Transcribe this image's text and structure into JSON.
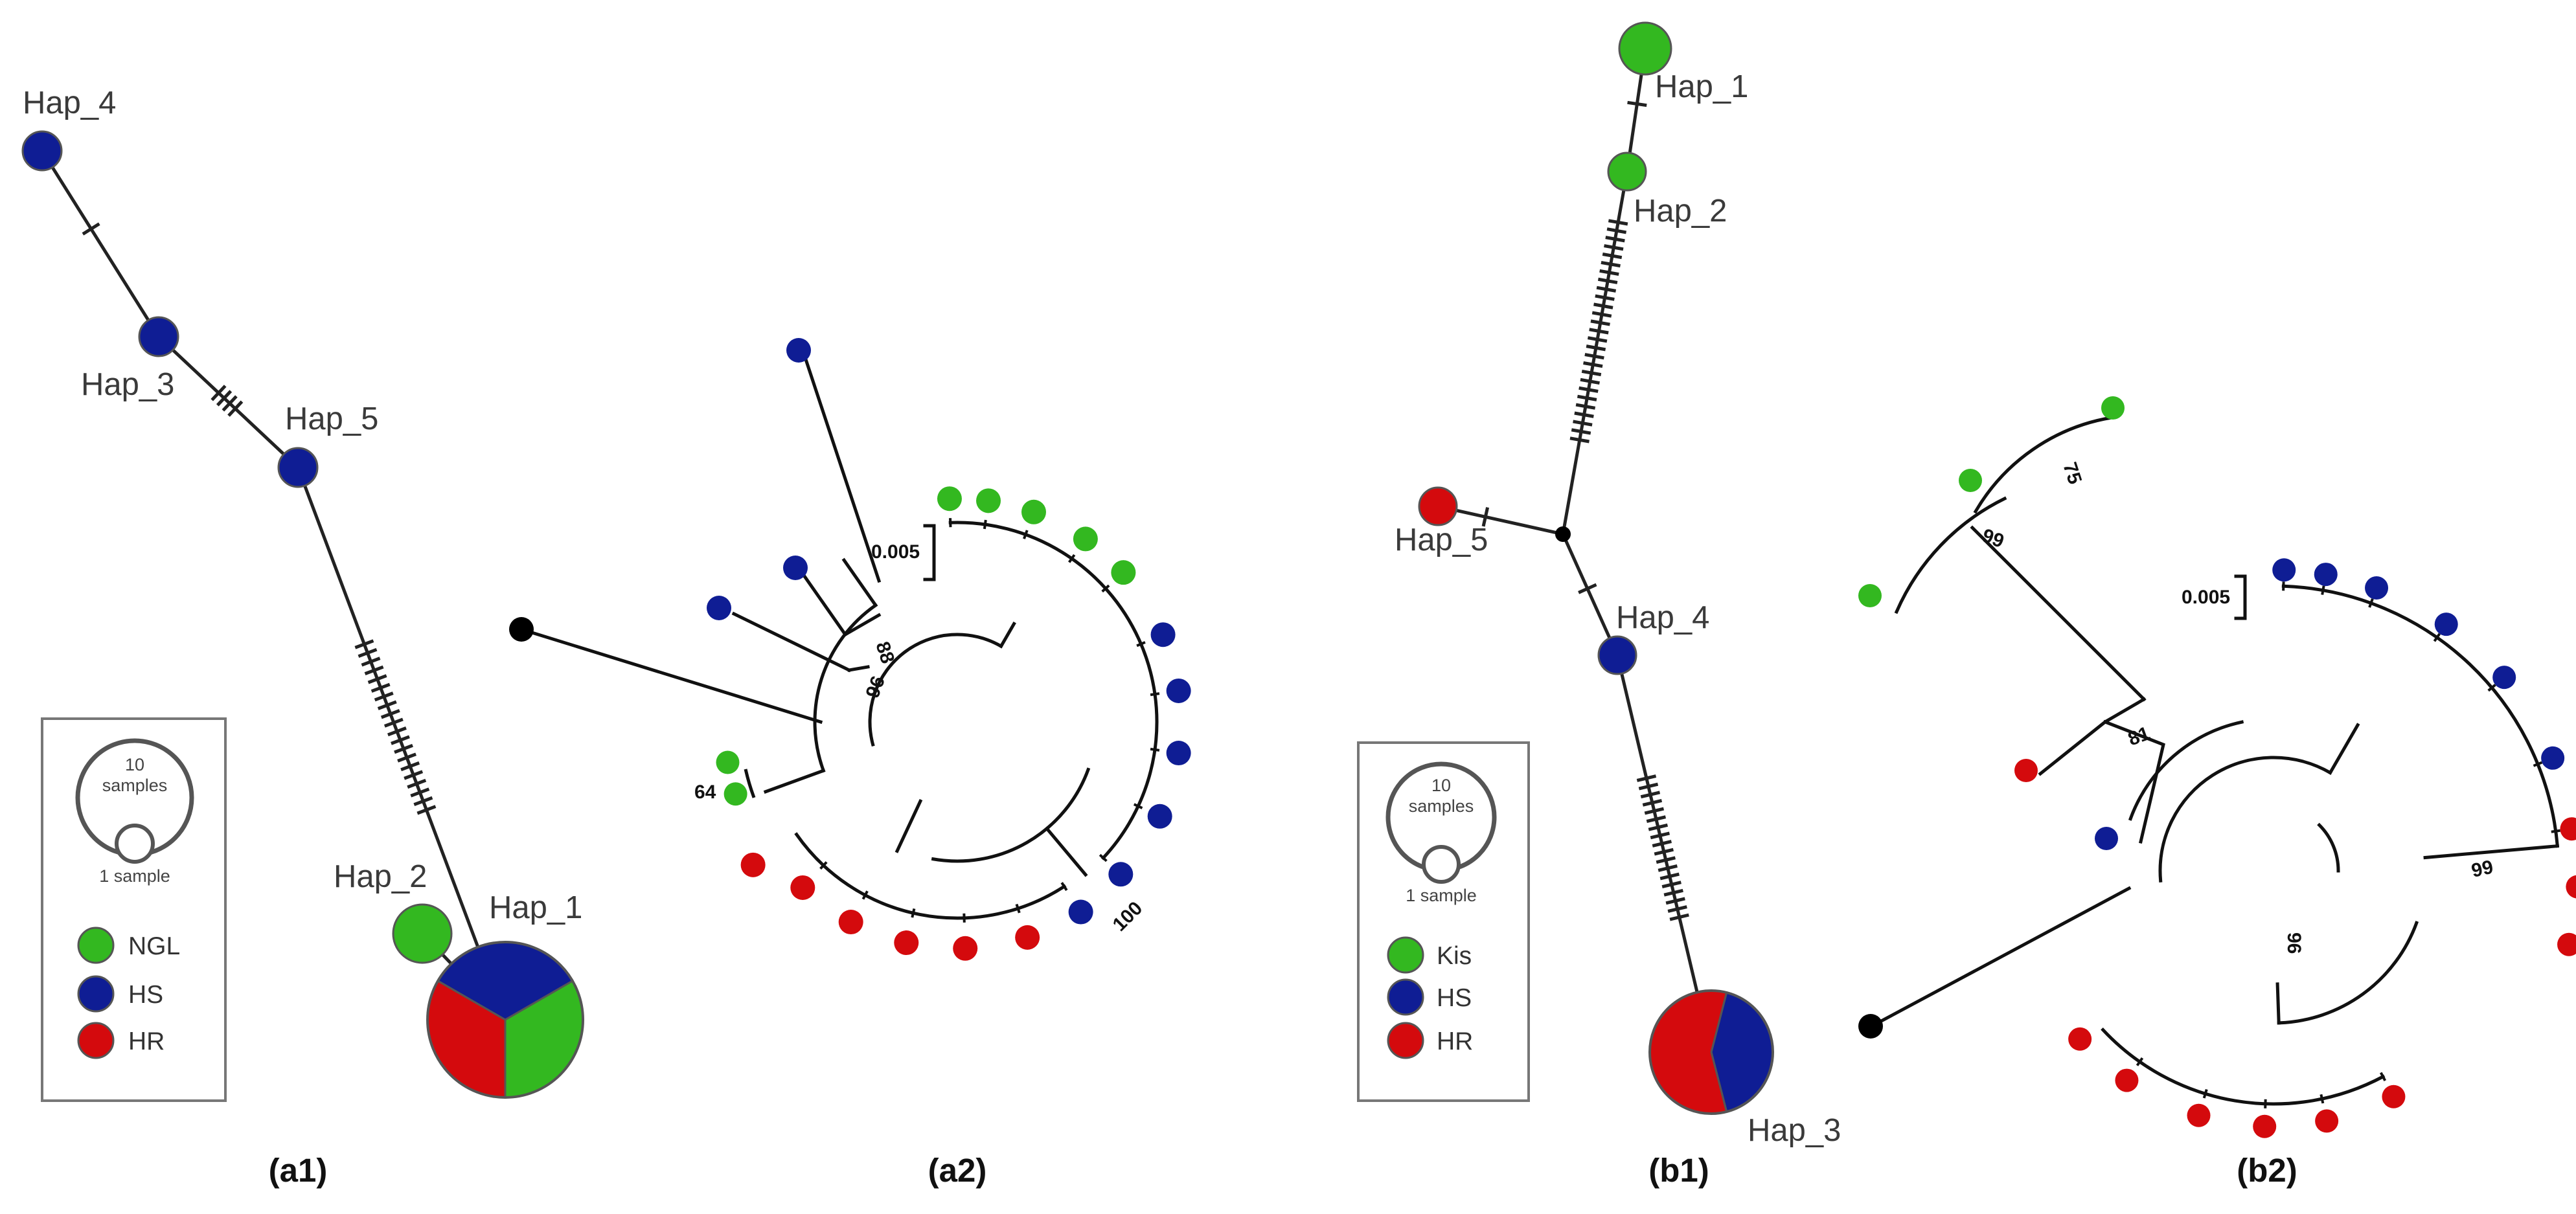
{
  "colors": {
    "green": "#33b820",
    "blue": "#0f1d94",
    "red": "#d40a0d",
    "black": "#000000"
  },
  "panels": {
    "a1": {
      "label": "(a1)",
      "haplotypes": [
        {
          "name": "Hap_1",
          "groups": [
            "blue",
            "green",
            "red"
          ]
        },
        {
          "name": "Hap_2",
          "groups": [
            "green"
          ]
        },
        {
          "name": "Hap_3",
          "groups": [
            "blue"
          ]
        },
        {
          "name": "Hap_4",
          "groups": [
            "blue"
          ]
        },
        {
          "name": "Hap_5",
          "groups": [
            "blue"
          ]
        }
      ],
      "legend": {
        "size_large": "10\nsamples",
        "size_small": "1 sample",
        "items": [
          {
            "label": "NGL",
            "color": "green"
          },
          {
            "label": "HS",
            "color": "blue"
          },
          {
            "label": "HR",
            "color": "red"
          }
        ]
      }
    },
    "a2": {
      "label": "(a2)",
      "scale_label": "0.005",
      "bootstrap": [
        "88",
        "96",
        "64",
        "100"
      ]
    },
    "b1": {
      "label": "(b1)",
      "haplotypes": [
        {
          "name": "Hap_1",
          "groups": [
            "green"
          ]
        },
        {
          "name": "Hap_2",
          "groups": [
            "green"
          ]
        },
        {
          "name": "Hap_3",
          "groups": [
            "red",
            "blue"
          ]
        },
        {
          "name": "Hap_4",
          "groups": [
            "blue"
          ]
        },
        {
          "name": "Hap_5",
          "groups": [
            "red"
          ]
        }
      ],
      "legend": {
        "size_large": "10\nsamples",
        "size_small": "1 sample",
        "items": [
          {
            "label": "Kis",
            "color": "green"
          },
          {
            "label": "HS",
            "color": "blue"
          },
          {
            "label": "HR",
            "color": "red"
          }
        ]
      }
    },
    "b2": {
      "label": "(b2)",
      "scale_label": "0.005",
      "bootstrap": [
        "75",
        "99",
        "81",
        "96",
        "99"
      ]
    }
  }
}
